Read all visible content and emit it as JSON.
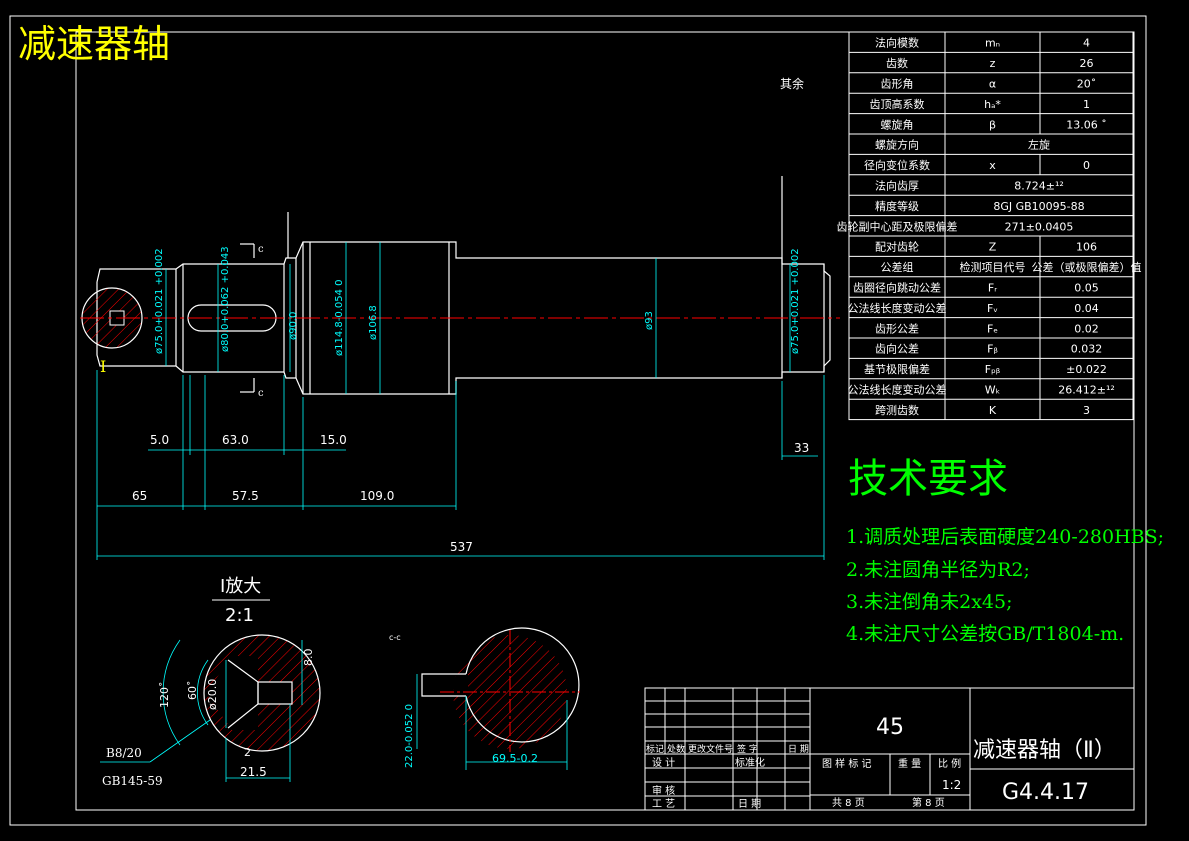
{
  "colors": {
    "background": "#000000",
    "outline": "#ffffff",
    "dimension": "#00ffff",
    "centerline": "#ff0000",
    "hatch": "#ff0000",
    "text_green": "#00ff00",
    "title_yellow": "#ffff00"
  },
  "title": "减速器轴",
  "rest_label": "其余",
  "section_mark": "c",
  "detail_mark": "I",
  "gear_table": [
    {
      "name": "法向模数",
      "symbol": "mₙ",
      "value": "4"
    },
    {
      "name": "齿数",
      "symbol": "z",
      "value": "26"
    },
    {
      "name": "齿形角",
      "symbol": "α",
      "value": "20˚"
    },
    {
      "name": "齿顶高系数",
      "symbol": "hₐ*",
      "value": "1"
    },
    {
      "name": "螺旋角",
      "symbol": "β",
      "value": "13.06 ˚"
    },
    {
      "name": "螺旋方向",
      "span": "左旋"
    },
    {
      "name": "径向变位系数",
      "symbol": "x",
      "value": "0"
    },
    {
      "name": "法向齿厚",
      "span": "8.724±¹²"
    },
    {
      "name": "精度等级",
      "span": "8GJ GB10095-88"
    },
    {
      "name": "齿轮副中心距及极限偏差",
      "span": "271±0.0405"
    },
    {
      "name": "配对齿轮",
      "symbol": "Z",
      "value": "106"
    },
    {
      "name": "公差组",
      "symbol": "检测项目代号",
      "value": "公差（或极限偏差）值"
    },
    {
      "name": "齿圈径向跳动公差",
      "symbol": "Fᵣ",
      "value": "0.05"
    },
    {
      "name": "公法线长度变动公差",
      "symbol": "Fᵥ",
      "value": "0.04"
    },
    {
      "name": "齿形公差",
      "symbol": "Fₑ",
      "value": "0.02"
    },
    {
      "name": "齿向公差",
      "symbol": "Fᵦ",
      "value": "0.032"
    },
    {
      "name": "基节极限偏差",
      "symbol": "Fₚᵦ",
      "value": "±0.022"
    },
    {
      "name": "公法线长度变动公差",
      "symbol": "Wₖ",
      "value": "26.412±¹²"
    },
    {
      "name": "跨测齿数",
      "symbol": "K",
      "value": "3"
    }
  ],
  "tech": {
    "heading": "技术要求",
    "items": [
      "1.调质处理后表面硬度240-280HBS;",
      "2.未注圆角半径为R2;",
      "3.未注倒角未2x45;",
      "4.未注尺寸公差按GB/T1804-m."
    ]
  },
  "dims": {
    "d75_left": "ø75.0+0.021 +0.002",
    "d80": "ø80.0+0.062 +0.043",
    "d90": "ø90.0",
    "d114": "ø114.8-0.054 0",
    "d106": "ø106.8",
    "d93": "ø93",
    "d75_right": "ø75.0+0.021 +0.002",
    "len_5": "5.0",
    "len_63": "63.0",
    "len_15": "15.0",
    "len_33": "33",
    "len_65": "65",
    "len_57": "57.5",
    "len_109": "109.0",
    "len_537": "537"
  },
  "detail": {
    "title": "I放大",
    "scale": "2:1",
    "angle_120": "120˚",
    "angle_60": "60˚",
    "d20": "ø20.0",
    "len_8": "8.0",
    "len_2": "2",
    "len_21": "21.5",
    "hole_label": "B8/20",
    "hole_std": "GB145-59"
  },
  "section": {
    "label": "c-c",
    "keyway_depth": "22.0-0.052 0",
    "width": "69.5-0.2"
  },
  "title_block": {
    "material": "45",
    "name": "减速器轴（Ⅱ）",
    "code": "G4.4.17",
    "hdr_mark": "标记",
    "hdr_count": "处数",
    "hdr_file": "更改文件号",
    "hdr_sign": "签 字",
    "hdr_date": "日 期",
    "designer": "设 计",
    "standard": "标准化",
    "checker": "审 核",
    "process": "工 艺",
    "date": "日 期",
    "stage": "图 样 标 记",
    "weight": "重 量",
    "ratio_label": "比 例",
    "ratio": "1:2",
    "total_sheets": "共 8 页",
    "sheet_no": "第 8 页"
  }
}
